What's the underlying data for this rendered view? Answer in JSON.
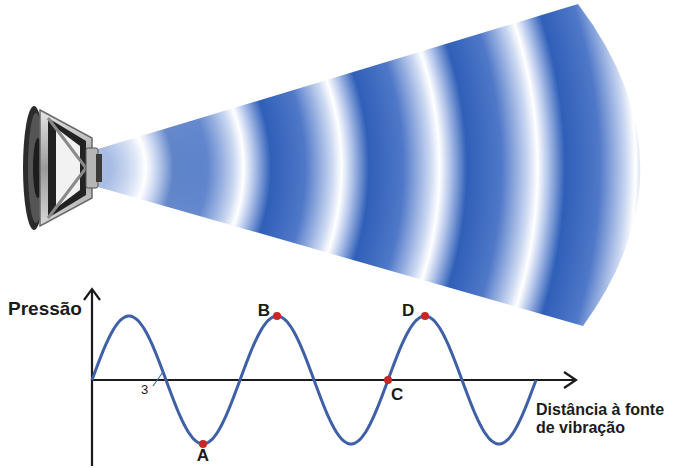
{
  "diagram": {
    "labels": [
      "Pressão",
      "Distância à fonte de vibração",
      "A",
      "B",
      "C",
      "D",
      "3"
    ]
  }
}
